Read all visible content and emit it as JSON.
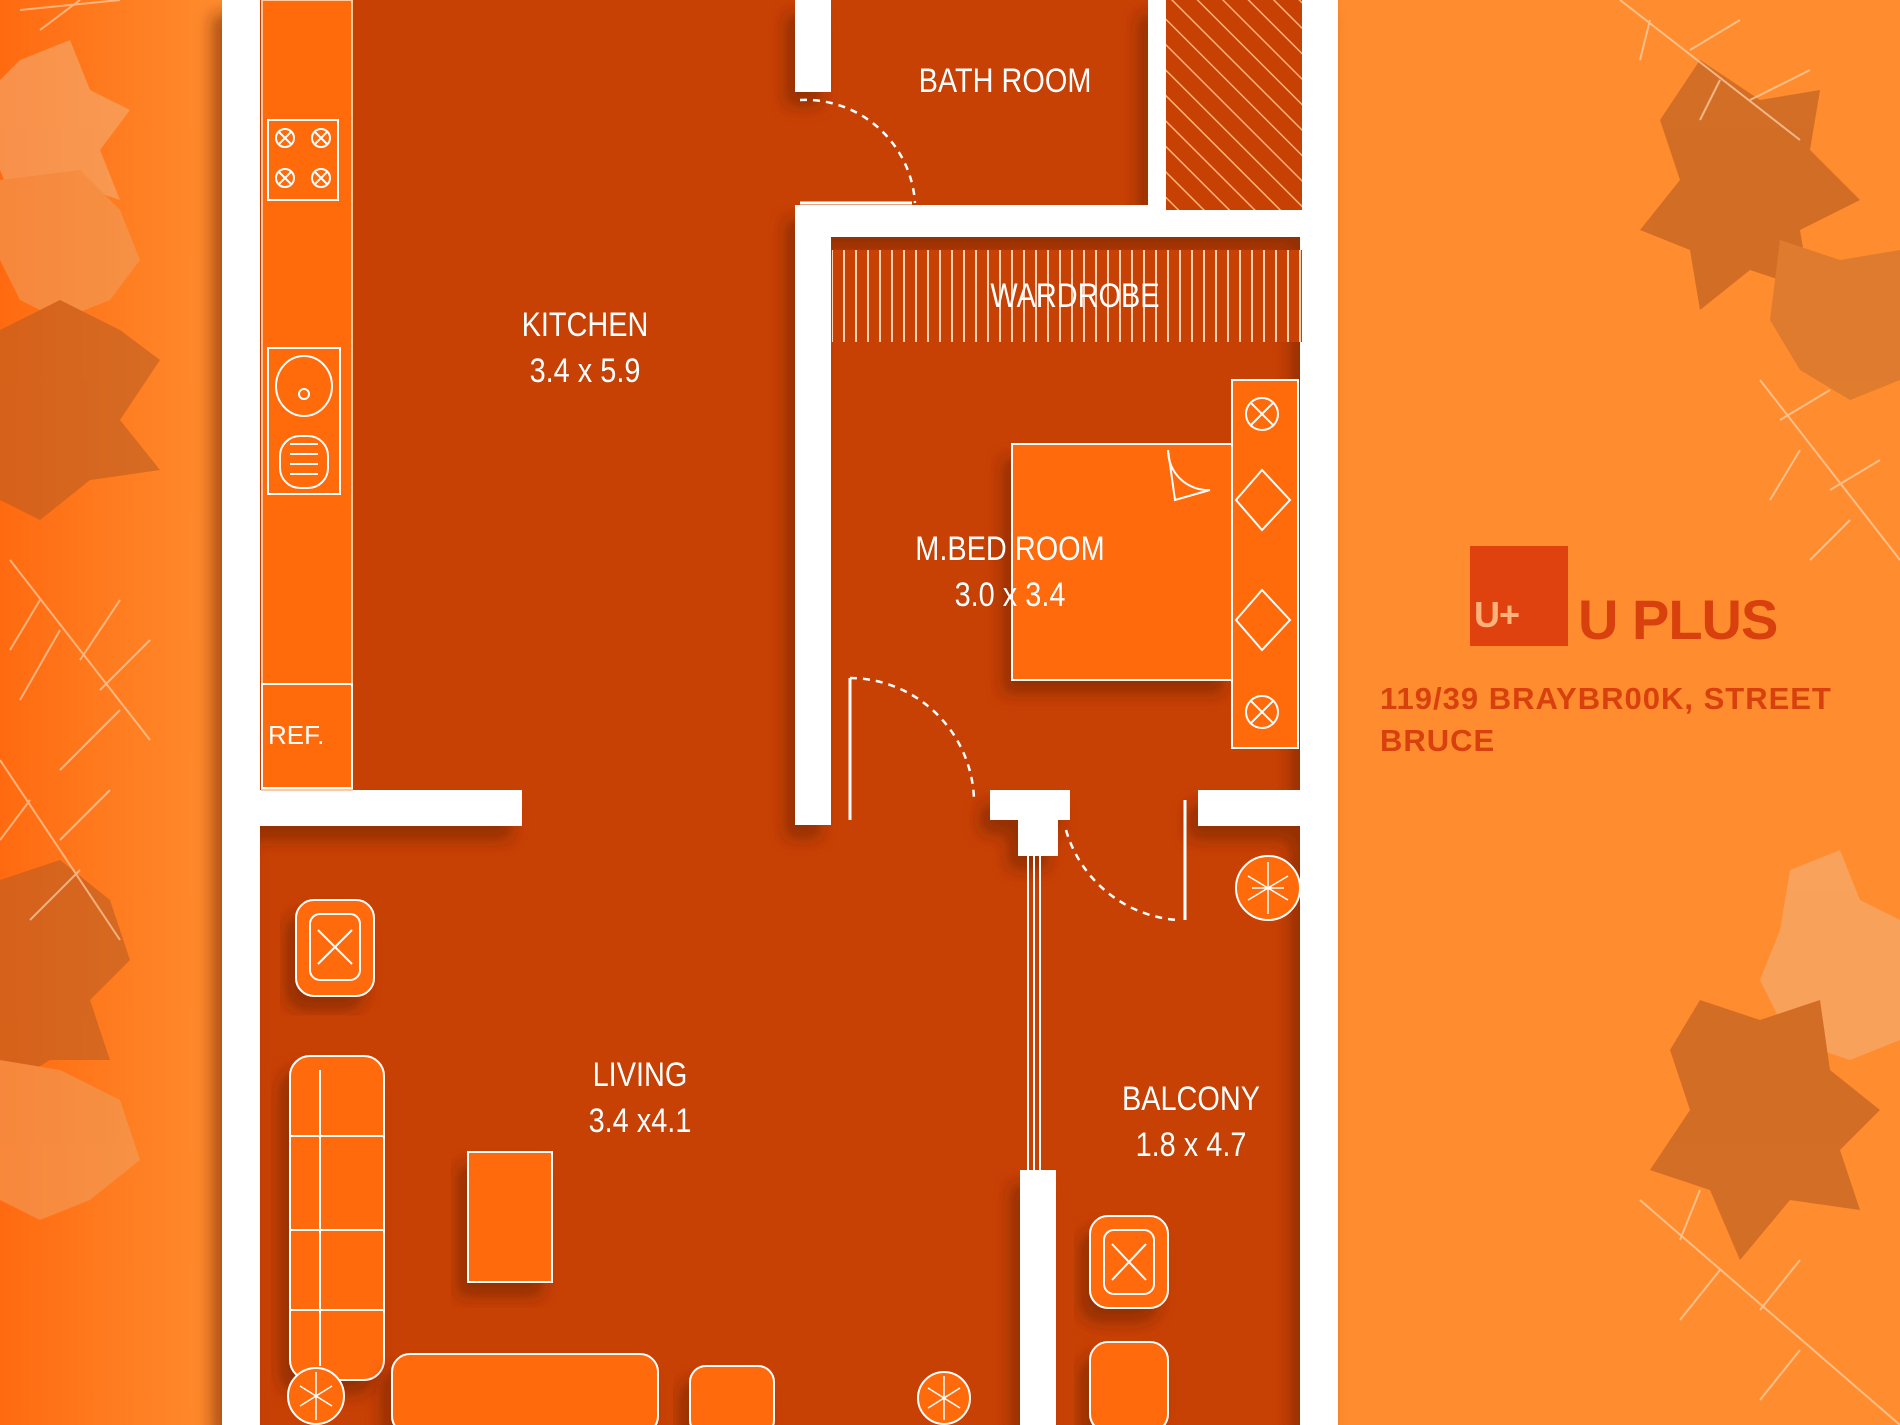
{
  "colors": {
    "background": "#ff8a2a",
    "floor": "#c84104",
    "wall": "#ffffff",
    "furniture": "#ff6a0a",
    "brand": "#d8400d"
  },
  "rooms": {
    "bathroom": {
      "name": "BATH ROOM"
    },
    "kitchen": {
      "name": "KITCHEN",
      "size": "3.4 x 5.9"
    },
    "wardrobe": {
      "name": "WARDROBE"
    },
    "bedroom": {
      "name": "M.BED ROOM",
      "size": "3.0 x 3.4"
    },
    "living": {
      "name": "LIVING",
      "size": "3.4 x4.1"
    },
    "balcony": {
      "name": "BALCONY",
      "size": "1.8 x 4.7"
    },
    "refrigerator": {
      "name": "REF."
    }
  },
  "brand": {
    "logo_mark": "U+",
    "name": "U PLUS",
    "address_line1": "119/39 BRAYBR00K, STREET",
    "address_line2": "BRUCE"
  },
  "icons": [
    "leaf-icon",
    "stove-icon",
    "sink-icon",
    "bed-icon",
    "armchair-icon",
    "sofa-icon",
    "plant-icon",
    "door-swing-icon"
  ]
}
